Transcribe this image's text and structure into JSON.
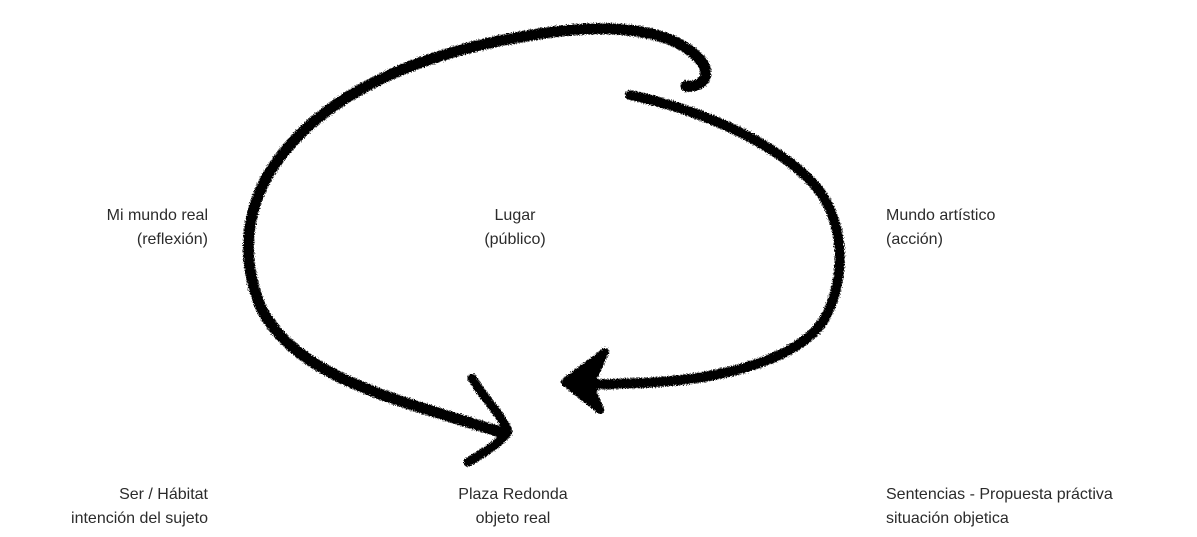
{
  "labels": {
    "mi_mundo_real": {
      "line1": "Mi mundo real",
      "line2": "(reflexión)"
    },
    "lugar": {
      "line1": "Lugar",
      "line2": "(público)"
    },
    "mundo_artistico": {
      "line1": "Mundo artístico",
      "line2": "(acción)"
    },
    "ser_habitat": {
      "line1": "Ser / Hábitat",
      "line2": "intención del sujeto"
    },
    "plaza_redonda": {
      "line1": "Plaza Redonda",
      "line2": "objeto real"
    },
    "sentencias": {
      "line1": "Sentencias - Propuesta práctiva",
      "line2": "situación objetica"
    }
  },
  "style": {
    "stroke_color": "#000000",
    "text_color": "#2b2b2b"
  }
}
